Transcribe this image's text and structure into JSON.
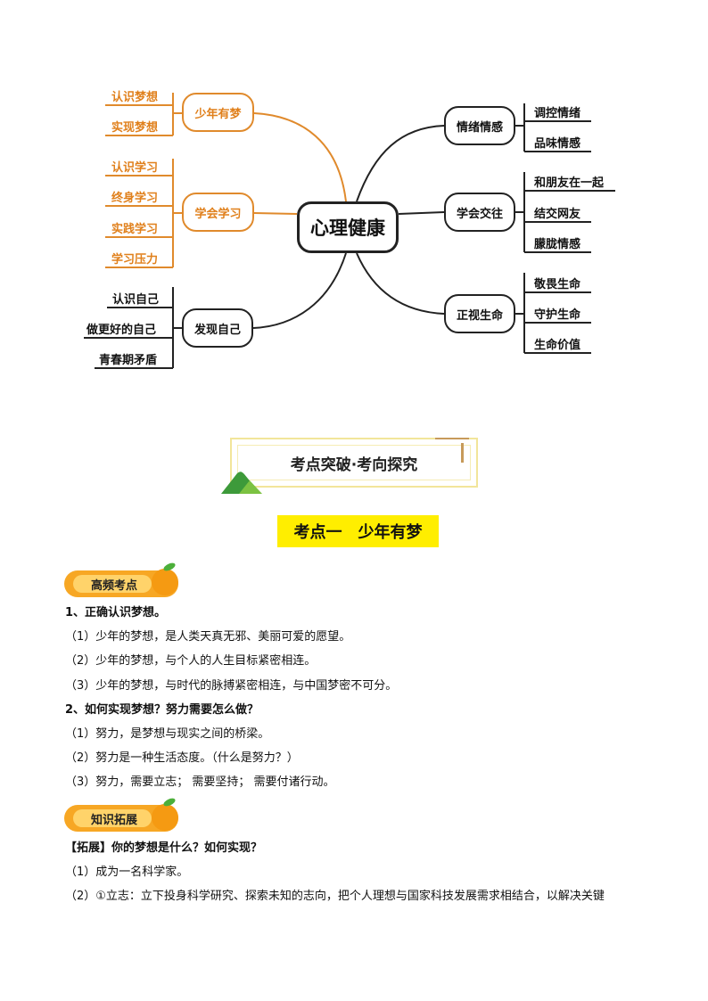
{
  "mindmap": {
    "center": "心理健康",
    "branches": {
      "dream": {
        "label": "少年有梦",
        "leaves": [
          "认识梦想",
          "实现梦想"
        ]
      },
      "study": {
        "label": "学会学习",
        "leaves": [
          "认识学习",
          "终身学习",
          "实践学习",
          "学习压力"
        ]
      },
      "self": {
        "label": "发现自己",
        "leaves": [
          "认识自己",
          "做更好的自己",
          "青春期矛盾"
        ]
      },
      "emotion": {
        "label": "情绪情感",
        "leaves": [
          "调控情绪",
          "品味情感"
        ]
      },
      "social": {
        "label": "学会交往",
        "leaves": [
          "和朋友在一起",
          "结交网友",
          "朦胧情感"
        ]
      },
      "life": {
        "label": "正视生命",
        "leaves": [
          "敬畏生命",
          "守护生命",
          "生命价值"
        ]
      }
    }
  },
  "banner": {
    "title": "考点突破·考向探究"
  },
  "section": {
    "title": "考点一　少年有梦"
  },
  "tags": {
    "gaopin": "高频考点",
    "zhishi": "知识拓展"
  },
  "content": {
    "q1": "1、正确认识梦想。",
    "q1_items": [
      "（1）少年的梦想，是人类天真无邪、美丽可爱的愿望。",
      "（2）少年的梦想，与个人的人生目标紧密相连。",
      "（3）少年的梦想，与时代的脉搏紧密相连，与中国梦密不可分。"
    ],
    "q2": "2、如何实现梦想？努力需要怎么做？",
    "q2_items": [
      "（1）努力，是梦想与现实之间的桥梁。",
      "（2）努力是一种生活态度。（什么是努力？）",
      "（3）努力，需要立志；  需要坚持；  需要付诸行动。"
    ],
    "ext_title": "【拓展】你的梦想是什么？如何实现？",
    "ext_items": [
      "（1）成为一名科学家。",
      "（2）①立志：立下投身科学研究、探索未知的志向，把个人理想与国家科技发展需求相结合，以解决关键"
    ]
  },
  "colors": {
    "orange": "#e0801c",
    "yellow": "#ffee00",
    "tag": "#f7a724"
  }
}
